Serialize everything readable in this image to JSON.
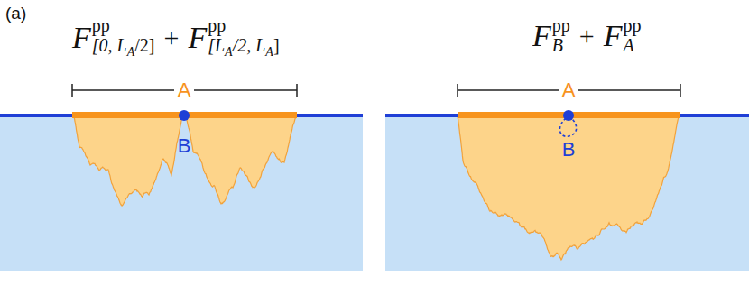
{
  "diagram": {
    "labels": [
      "(a)",
      "F",
      "pp",
      "[0, L",
      "A",
      "/2]",
      "+",
      "F",
      "pp",
      "[L",
      "A",
      "/2, L",
      "A",
      "]",
      "F",
      "pp",
      "B",
      "+",
      "F",
      "pp",
      "A",
      "A",
      "B",
      "A",
      "B"
    ]
  }
}
